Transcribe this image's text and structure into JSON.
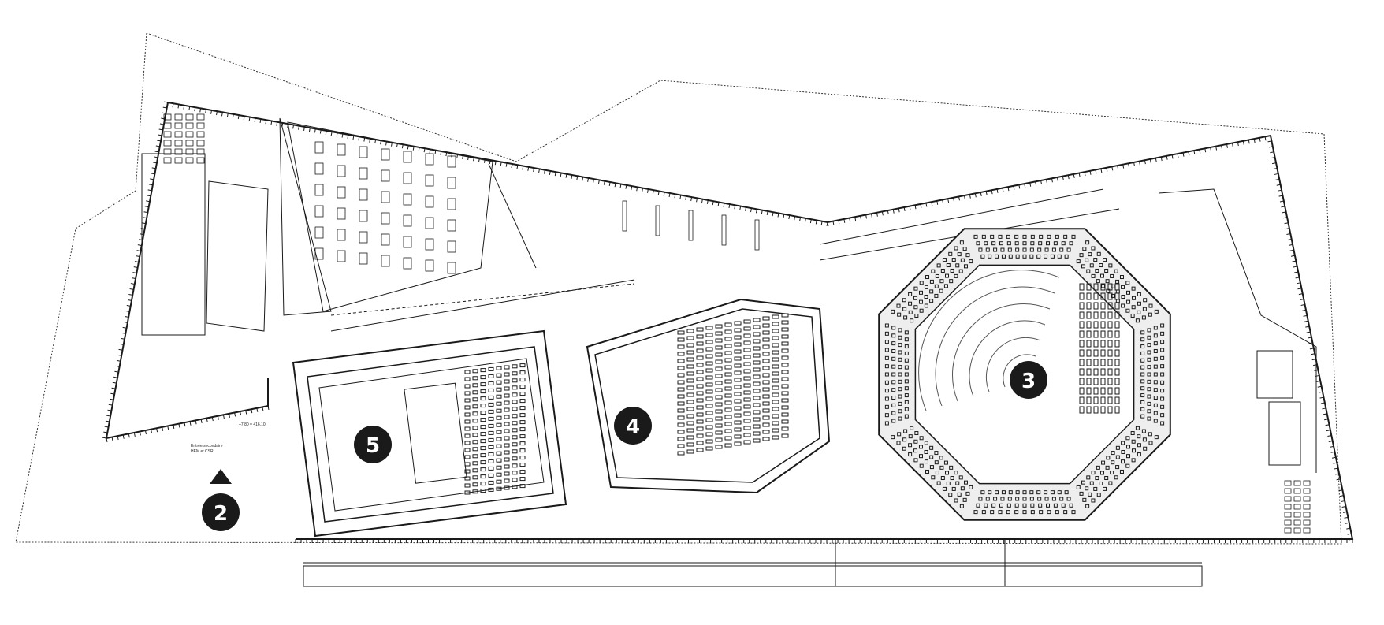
{
  "plan": {
    "zones": [
      {
        "id": "2",
        "label": "2",
        "marker": "triangle-north"
      },
      {
        "id": "3",
        "label": "3"
      },
      {
        "id": "4",
        "label": "4"
      },
      {
        "id": "5",
        "label": "5"
      }
    ],
    "entrance_label_line1": "Entrée secondaire",
    "entrance_label_line2": "HEM et CSR",
    "level_label": "+7,80 = 416,10",
    "colors": {
      "ink": "#1a1a1a",
      "background": "#ffffff",
      "fill_light": "#eeeeee"
    }
  }
}
